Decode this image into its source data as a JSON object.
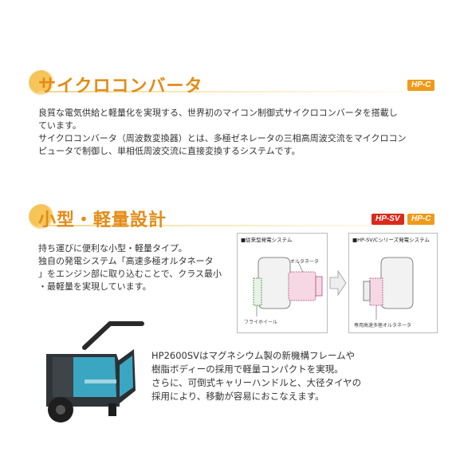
{
  "section1": {
    "title": "サイクロコンバータ",
    "tag": "HP-C",
    "paragraph_lines": [
      "良質な電気供給と軽量化を実現する、世界初のマイコン制御式サイクロコンバータを搭載し",
      "ています。",
      "サイクロコンバータ（周波数変換器）とは、多極ゼネレータの三相高周波交流をマイクロコン",
      "ピュータで制御し、単相低周波交流に直接変換するシステムです。"
    ]
  },
  "section2": {
    "title": "小型・軽量設計",
    "tags": [
      "HP-SV",
      "HP-C"
    ],
    "paragraph_lines": [
      "持ち運びに便利な小型・軽量タイプ。",
      "独自の発電システム「高速多極オルタネータ",
      "」をエンジン部に取り込むことで、クラス最小",
      "・最軽量を実現しています。"
    ],
    "diagram_left": {
      "title": "■従来型発電システム",
      "label_alternator": "オルタネータ",
      "label_flywheel": "フライホイール"
    },
    "diagram_right": {
      "title": "■HP-SV/Cシリーズ発電システム",
      "label_alternator": "専用高速多極オルタネータ"
    },
    "product_text_lines": [
      "HP2600SVはマグネシウム製の新機構フレームや",
      "樹脂ボディーの採用で軽量コンパクトを実現。",
      "さらに、可倒式キャリーハンドルと、大径タイヤの",
      "採用により、移動が容易におこなえます。"
    ]
  },
  "colors": {
    "title_orange": "#e38b17",
    "tag_orange": "#ef9a1a",
    "tag_red": "#d92b1c",
    "generator_teal": "#3aa6c2"
  }
}
